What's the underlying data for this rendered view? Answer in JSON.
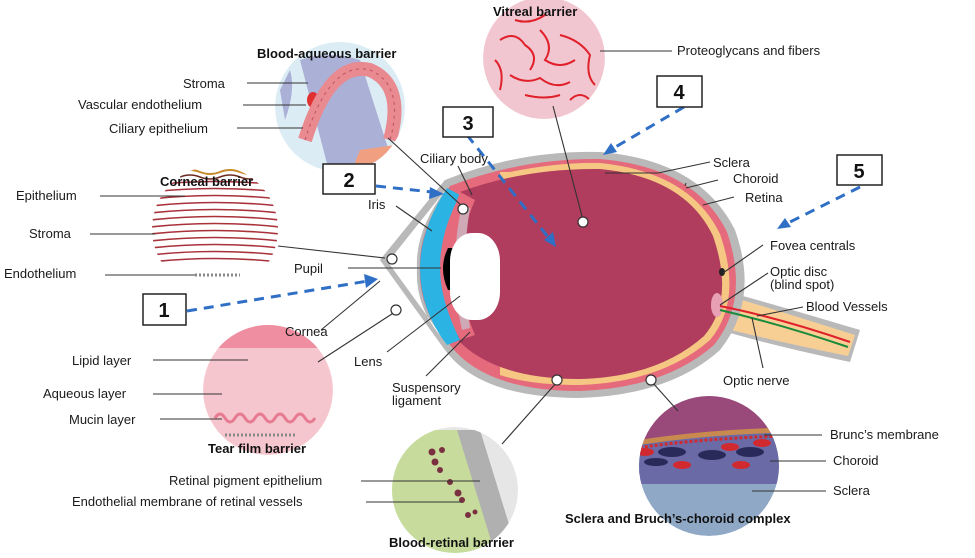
{
  "titles": {
    "blood_aqueous": "Blood-aqueous barrier",
    "vitreal": "Vitreal barrier",
    "corneal": "Corneal barrier",
    "tear_film": "Tear film barrier",
    "blood_retinal": "Blood-retinal barrier",
    "sclera_bruch": "Sclera and Bruch’s-choroid complex"
  },
  "numbers": [
    "1",
    "2",
    "3",
    "4",
    "5"
  ],
  "labels": {
    "ba_stroma": "Stroma",
    "ba_vascular": "Vascular endothelium",
    "ba_ciliary_epi": "Ciliary epithelium",
    "proteoglycans": "Proteoglycans and fibers",
    "cor_epithelium": "Epithelium",
    "cor_stroma": "Stroma",
    "cor_endothelium": "Endothelium",
    "ciliary_body": "Ciliary body",
    "iris": "Iris",
    "pupil": "Pupil",
    "cornea": "Cornea",
    "lens": "Lens",
    "suspensory1": "Suspensory",
    "suspensory2": "ligament",
    "sclera": "Sclera",
    "choroid": "Choroid",
    "retina": "Retina",
    "fovea": "Fovea centrals",
    "optic_disc1": "Optic disc",
    "optic_disc2": "(blind spot)",
    "blood_vessels": "Blood Vessels",
    "optic_nerve": "Optic nerve",
    "lipid": "Lipid layer",
    "aqueous": "Aqueous layer",
    "mucin": "Mucin layer",
    "rpe": "Retinal pigment epithelium",
    "endo_membrane": "Endothelial membrane of retinal vessels",
    "brunc": "Brunc’s membrane",
    "sb_choroid": "Choroid",
    "sb_sclera": "Sclera"
  },
  "colors": {
    "arrow": "#2f6fc6",
    "vitreous": "#b03c5e",
    "sclera": "#b9b9b9",
    "choroid": "#e56a7c",
    "retina": "#f5c783",
    "iris": "#2bb3e3"
  }
}
